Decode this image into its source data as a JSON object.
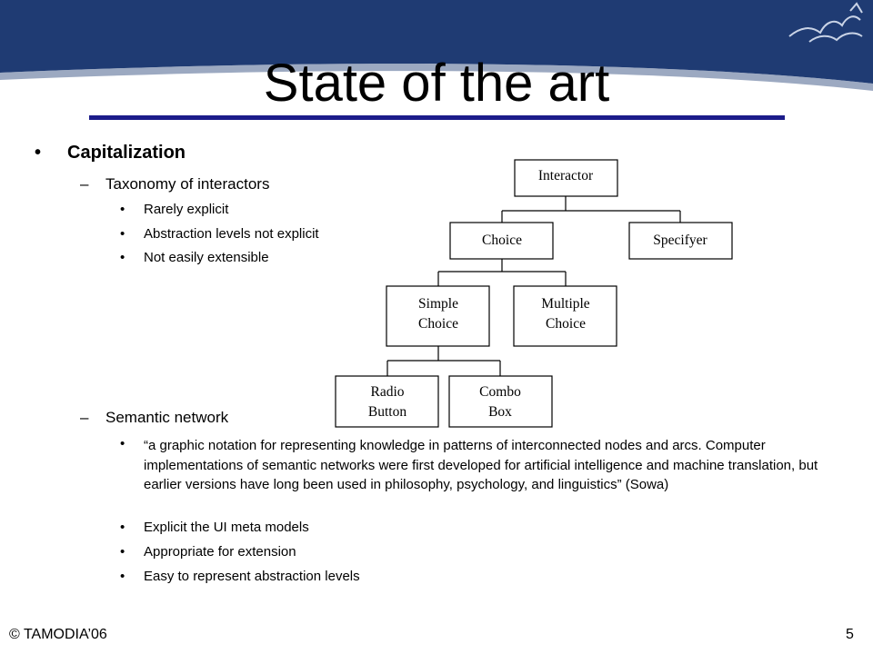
{
  "slide": {
    "title": "State of the art",
    "colors": {
      "header_band": "#1f3b73",
      "title_rule": "#1c1c8a"
    },
    "footer": {
      "copyright": "© TAMODIA’06",
      "page_number": "5"
    }
  },
  "content": {
    "section": {
      "bullet": "•",
      "label": "Capitalization"
    },
    "taxonomy": {
      "dash": "–",
      "label": "Taxonomy of interactors",
      "items": [
        "Rarely explicit",
        "Abstraction levels not explicit",
        "Not easily extensible"
      ]
    },
    "semantic": {
      "dash": "–",
      "label": "Semantic network",
      "quote": "“a graphic notation for representing knowledge in patterns of interconnected nodes and arcs. Computer implementations of semantic networks were first developed for artificial intelligence and machine translation, but earlier versions have long been used in philosophy, psychology, and linguistics” (Sowa)",
      "items": [
        "Explicit the UI meta models",
        "Appropriate for extension",
        "Easy to represent abstraction levels"
      ]
    }
  },
  "diagram": {
    "nodes": {
      "interactor": [
        "Interactor"
      ],
      "choice": [
        "Choice"
      ],
      "specifyer": [
        "Specifyer"
      ],
      "simple_choice": [
        "Simple",
        "Choice"
      ],
      "multiple_choice": [
        "Multiple",
        "Choice"
      ],
      "radio_button": [
        "Radio",
        "Button"
      ],
      "combo_box": [
        "Combo",
        "Box"
      ]
    }
  }
}
